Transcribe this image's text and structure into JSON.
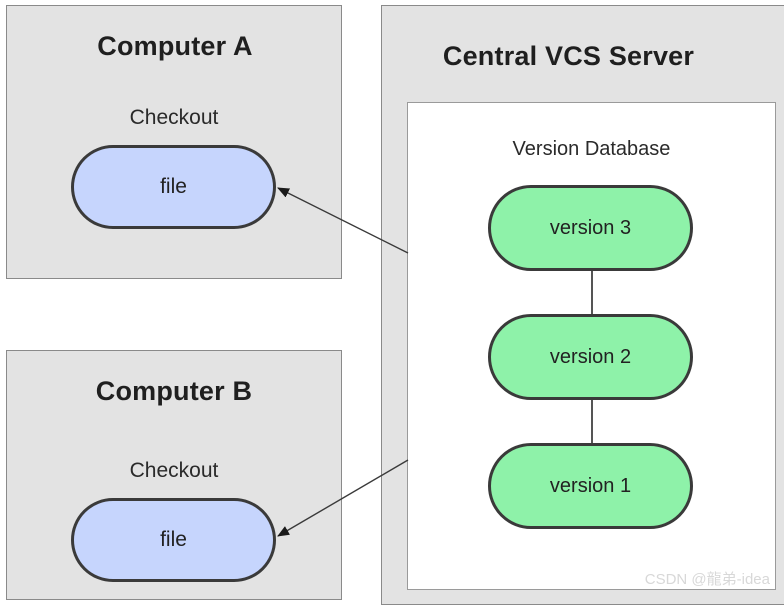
{
  "computer_a": {
    "title": "Computer A",
    "checkout_label": "Checkout",
    "file_label": "file"
  },
  "computer_b": {
    "title": "Computer B",
    "checkout_label": "Checkout",
    "file_label": "file"
  },
  "server": {
    "title": "Central VCS Server",
    "database": {
      "title": "Version Database",
      "versions": [
        "version 3",
        "version 2",
        "version 1"
      ]
    }
  },
  "watermark": "CSDN @龍弟-idea",
  "colors": {
    "panel_background": "#e3e3e3",
    "file_fill": "#c6d5fd",
    "version_fill": "#8ef2a9",
    "outline": "#3a3a3a"
  }
}
